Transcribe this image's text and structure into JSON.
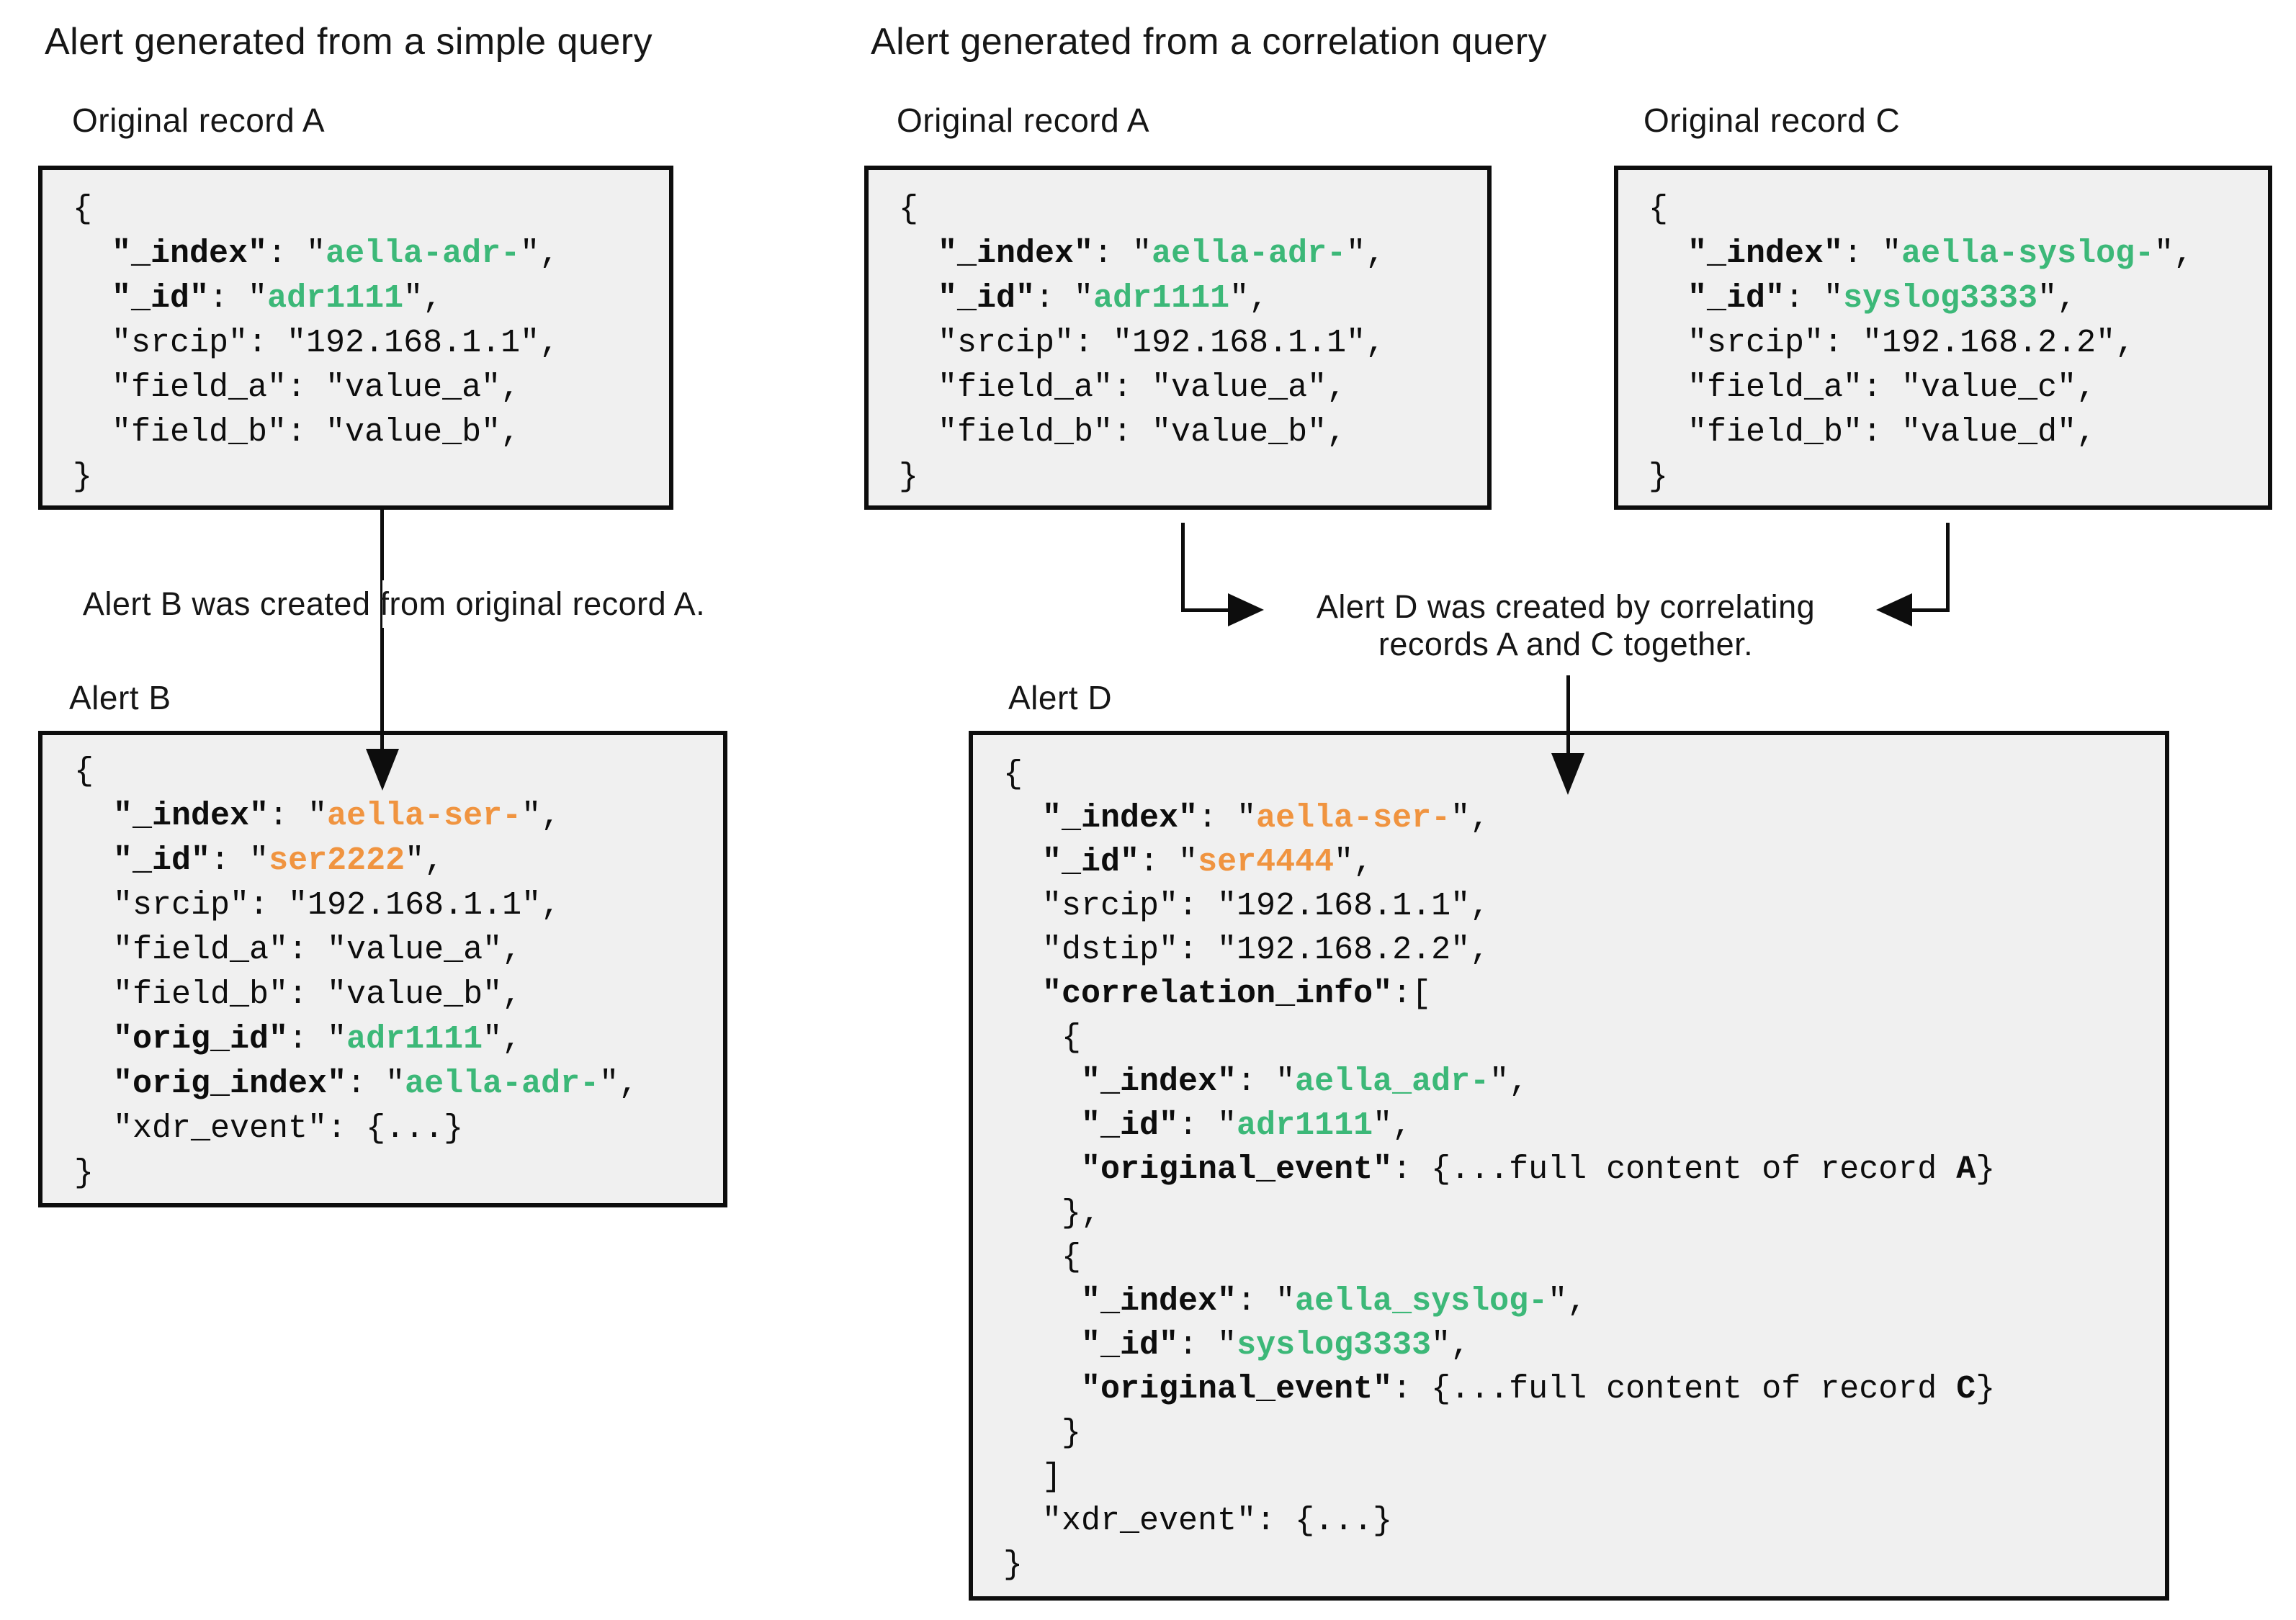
{
  "titles": {
    "simple": "Alert generated from a simple query",
    "correlation": "Alert generated from a correlation query"
  },
  "labels": {
    "record_a_left": "Original record A",
    "record_a_mid": "Original record A",
    "record_c": "Original record C",
    "alert_b": "Alert B",
    "alert_d": "Alert D"
  },
  "annotations": {
    "simple": "Alert B was created from original record A.",
    "correlation_line1": "Alert D was created by correlating",
    "correlation_line2": "records A and C together."
  },
  "colors": {
    "accent_green": "#3cb878",
    "accent_orange": "#f09440",
    "box_fill": "#f0f0f0",
    "line_black": "#0d0d0d",
    "text": "#161616"
  },
  "code_blocks": {
    "record_a": {
      "lines": [
        [
          [
            "p",
            "{"
          ]
        ],
        [
          [
            "p",
            "  "
          ],
          [
            "k",
            "\"_index\""
          ],
          [
            "p",
            ": \""
          ],
          [
            "g",
            "aella-adr-"
          ],
          [
            "p",
            "\","
          ]
        ],
        [
          [
            "p",
            "  "
          ],
          [
            "k",
            "\"_id\""
          ],
          [
            "p",
            ": \""
          ],
          [
            "g",
            "adr1111"
          ],
          [
            "p",
            "\","
          ]
        ],
        [
          [
            "p",
            "  \"srcip\": \"192.168.1.1\","
          ]
        ],
        [
          [
            "p",
            "  \"field_a\": \"value_a\","
          ]
        ],
        [
          [
            "p",
            "  \"field_b\": \"value_b\","
          ]
        ],
        [
          [
            "p",
            "}"
          ]
        ]
      ]
    },
    "record_c": {
      "lines": [
        [
          [
            "p",
            "{"
          ]
        ],
        [
          [
            "p",
            "  "
          ],
          [
            "k",
            "\"_index\""
          ],
          [
            "p",
            ": \""
          ],
          [
            "g",
            "aella-syslog-"
          ],
          [
            "p",
            "\","
          ]
        ],
        [
          [
            "p",
            "  "
          ],
          [
            "k",
            "\"_id\""
          ],
          [
            "p",
            ": \""
          ],
          [
            "g",
            "syslog3333"
          ],
          [
            "p",
            "\","
          ]
        ],
        [
          [
            "p",
            "  \"srcip\": \"192.168.2.2\","
          ]
        ],
        [
          [
            "p",
            "  \"field_a\": \"value_c\","
          ]
        ],
        [
          [
            "p",
            "  \"field_b\": \"value_d\","
          ]
        ],
        [
          [
            "p",
            "}"
          ]
        ]
      ]
    },
    "alert_b": {
      "lines": [
        [
          [
            "p",
            "{"
          ]
        ],
        [
          [
            "p",
            "  "
          ],
          [
            "k",
            "\"_index\""
          ],
          [
            "p",
            ": \""
          ],
          [
            "o",
            "aella-ser-"
          ],
          [
            "p",
            "\","
          ]
        ],
        [
          [
            "p",
            "  "
          ],
          [
            "k",
            "\"_id\""
          ],
          [
            "p",
            ": \""
          ],
          [
            "o",
            "ser2222"
          ],
          [
            "p",
            "\","
          ]
        ],
        [
          [
            "p",
            "  \"srcip\": \"192.168.1.1\","
          ]
        ],
        [
          [
            "p",
            "  \"field_a\": \"value_a\","
          ]
        ],
        [
          [
            "p",
            "  \"field_b\": \"value_b\","
          ]
        ],
        [
          [
            "p",
            "  "
          ],
          [
            "k",
            "\"orig_id\""
          ],
          [
            "p",
            ": \""
          ],
          [
            "g",
            "adr1111"
          ],
          [
            "p",
            "\","
          ]
        ],
        [
          [
            "p",
            "  "
          ],
          [
            "k",
            "\"orig_index\""
          ],
          [
            "p",
            ": \""
          ],
          [
            "g",
            "aella-adr-"
          ],
          [
            "p",
            "\","
          ]
        ],
        [
          [
            "p",
            "  \"xdr_event\": {...}"
          ]
        ],
        [
          [
            "p",
            "}"
          ]
        ]
      ]
    },
    "alert_d": {
      "lines": [
        [
          [
            "p",
            "{"
          ]
        ],
        [
          [
            "p",
            "  "
          ],
          [
            "k",
            "\"_index\""
          ],
          [
            "p",
            ": \""
          ],
          [
            "o",
            "aella-ser-"
          ],
          [
            "p",
            "\","
          ]
        ],
        [
          [
            "p",
            "  "
          ],
          [
            "k",
            "\"_id\""
          ],
          [
            "p",
            ": \""
          ],
          [
            "o",
            "ser4444"
          ],
          [
            "p",
            "\","
          ]
        ],
        [
          [
            "p",
            "  \"srcip\": \"192.168.1.1\","
          ]
        ],
        [
          [
            "p",
            "  \"dstip\": \"192.168.2.2\","
          ]
        ],
        [
          [
            "p",
            "  "
          ],
          [
            "k",
            "\"correlation_info\""
          ],
          [
            "p",
            ":["
          ]
        ],
        [
          [
            "p",
            "   {"
          ]
        ],
        [
          [
            "p",
            "    "
          ],
          [
            "k",
            "\"_index\""
          ],
          [
            "p",
            ": \""
          ],
          [
            "g",
            "aella_adr-"
          ],
          [
            "p",
            "\","
          ]
        ],
        [
          [
            "p",
            "    "
          ],
          [
            "k",
            "\"_id\""
          ],
          [
            "p",
            ": \""
          ],
          [
            "g",
            "adr1111"
          ],
          [
            "p",
            "\","
          ]
        ],
        [
          [
            "p",
            "    "
          ],
          [
            "k",
            "\"original_event\""
          ],
          [
            "p",
            ": {...full content of record "
          ],
          [
            "b",
            "A"
          ],
          [
            "p",
            "}"
          ]
        ],
        [
          [
            "p",
            "   },"
          ]
        ],
        [
          [
            "p",
            "   {"
          ]
        ],
        [
          [
            "p",
            "    "
          ],
          [
            "k",
            "\"_index\""
          ],
          [
            "p",
            ": \""
          ],
          [
            "g",
            "aella_syslog-"
          ],
          [
            "p",
            "\","
          ]
        ],
        [
          [
            "p",
            "    "
          ],
          [
            "k",
            "\"_id\""
          ],
          [
            "p",
            ": \""
          ],
          [
            "g",
            "syslog3333"
          ],
          [
            "p",
            "\","
          ]
        ],
        [
          [
            "p",
            "    "
          ],
          [
            "k",
            "\"original_event\""
          ],
          [
            "p",
            ": {...full content of record "
          ],
          [
            "b",
            "C"
          ],
          [
            "p",
            "}"
          ]
        ],
        [
          [
            "p",
            "   }"
          ]
        ],
        [
          [
            "p",
            "  ]"
          ]
        ],
        [
          [
            "p",
            "  \"xdr_event\": {...}"
          ]
        ],
        [
          [
            "p",
            "}"
          ]
        ]
      ]
    }
  }
}
